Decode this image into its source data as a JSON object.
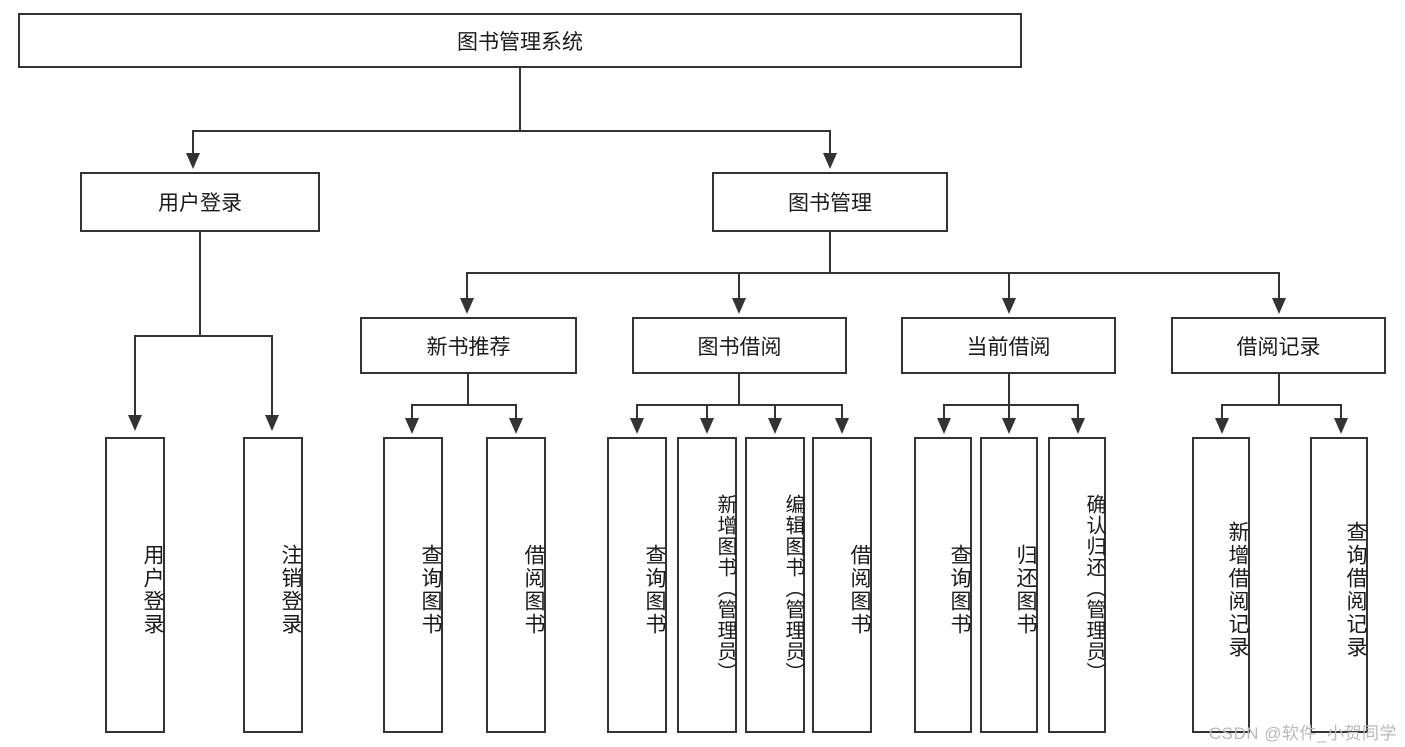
{
  "diagram": {
    "type": "tree-hierarchy-function-decomposition",
    "title": "图书管理系统",
    "watermark": "CSDN @软件_小贺同学",
    "colors": {
      "stroke": "#333333",
      "fill": "#ffffff",
      "text": "#1a1a1a",
      "watermark": "#b9b9b9"
    },
    "root": {
      "id": "root",
      "label": "图书管理系统"
    },
    "level2": [
      {
        "id": "user-login",
        "label": "用户登录"
      },
      {
        "id": "book-management",
        "label": "图书管理"
      }
    ],
    "level3": [
      {
        "id": "new-book-recommend",
        "label": "新书推荐",
        "parent": "book-management"
      },
      {
        "id": "book-borrow",
        "label": "图书借阅",
        "parent": "book-management"
      },
      {
        "id": "current-borrow",
        "label": "当前借阅",
        "parent": "book-management"
      },
      {
        "id": "borrow-record",
        "label": "借阅记录",
        "parent": "book-management"
      }
    ],
    "leaves": [
      {
        "id": "leaf-user-login",
        "label": "用户登录",
        "parent": "user-login"
      },
      {
        "id": "leaf-logout-login",
        "label": "注销登录",
        "parent": "user-login"
      },
      {
        "id": "leaf-query-book-1",
        "label": "查询图书",
        "parent": "new-book-recommend"
      },
      {
        "id": "leaf-borrow-book-1",
        "label": "借阅图书",
        "parent": "new-book-recommend"
      },
      {
        "id": "leaf-query-book-2",
        "label": "查询图书",
        "parent": "book-borrow"
      },
      {
        "id": "leaf-add-book",
        "label": "新增图书（管理员）",
        "parent": "book-borrow"
      },
      {
        "id": "leaf-edit-book",
        "label": "编辑图书（管理员）",
        "parent": "book-borrow"
      },
      {
        "id": "leaf-borrow-book-2",
        "label": "借阅图书",
        "parent": "book-borrow"
      },
      {
        "id": "leaf-query-book-3",
        "label": "查询图书",
        "parent": "current-borrow"
      },
      {
        "id": "leaf-return-book",
        "label": "归还图书",
        "parent": "current-borrow"
      },
      {
        "id": "leaf-confirm-return",
        "label": "确认归还（管理员）",
        "parent": "current-borrow"
      },
      {
        "id": "leaf-add-record",
        "label": "新增借阅记录",
        "parent": "borrow-record"
      },
      {
        "id": "leaf-query-record",
        "label": "查询借阅记录",
        "parent": "borrow-record"
      }
    ]
  }
}
